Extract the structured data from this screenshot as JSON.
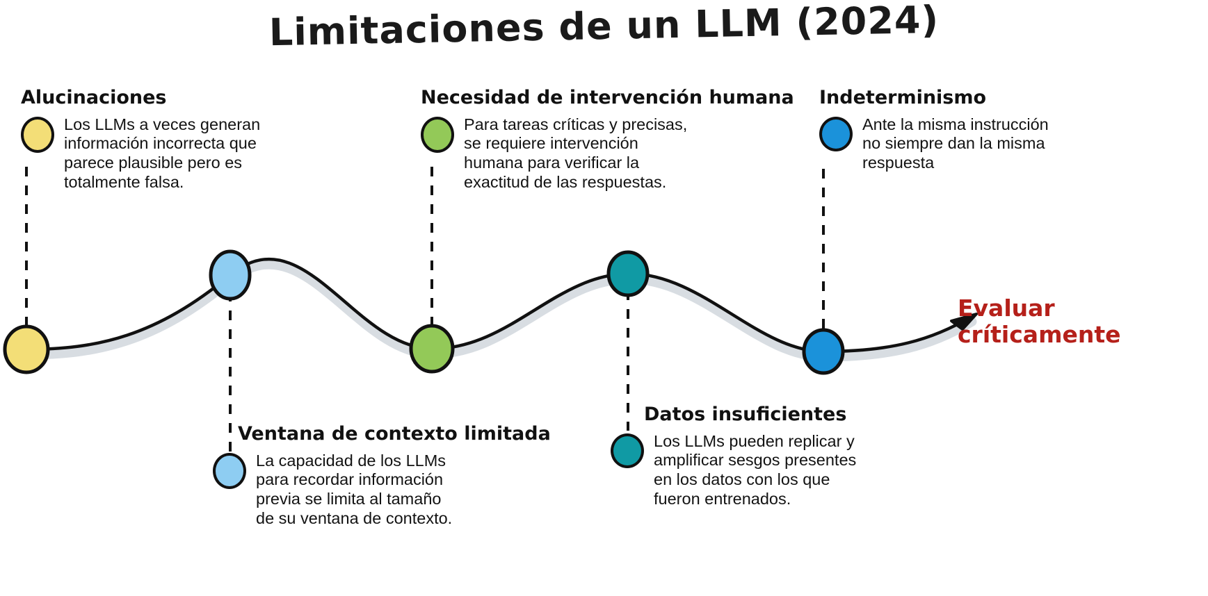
{
  "title": "Limitaciones de un LLM (2024)",
  "colors": {
    "hallucination": "#f3de77",
    "context_window": "#8ecdf2",
    "human_intervention": "#93c958",
    "insufficient_data": "#109aa4",
    "nondeterminism": "#1b92da",
    "curve_stroke": "#111111",
    "curve_shadow": "#d8dde2",
    "end_label": "#b5201a",
    "text": "#111111"
  },
  "items": [
    {
      "id": "alucinaciones",
      "heading": "Alucinaciones",
      "body": "Los LLMs a veces generan\ninformación incorrecta que\nparece plausible pero es\ntotalmente falsa.",
      "color": "#f3de77",
      "position": "above"
    },
    {
      "id": "ventana-de-contexto-limitada",
      "heading": "Ventana de contexto limitada",
      "body": "La capacidad de los LLMs\npara recordar información\nprevia se limita al tamaño\nde su ventana de contexto.",
      "color": "#8ecdf2",
      "position": "below"
    },
    {
      "id": "necesidad-de-intervencion-humana",
      "heading": "Necesidad de intervención humana",
      "body": "Para tareas críticas y precisas,\nse requiere intervención\nhumana para verificar la\nexactitud de las respuestas.",
      "color": "#93c958",
      "position": "above"
    },
    {
      "id": "datos-insuficientes",
      "heading": "Datos insuficientes",
      "body": "Los LLMs pueden replicar y\namplificar sesgos presentes\nen los datos con los que\nfueron entrenados.",
      "color": "#109aa4",
      "position": "below"
    },
    {
      "id": "indeterminismo",
      "heading": "Indeterminismo",
      "body": "Ante la misma instrucción\nno siempre dan la misma\nrespuesta",
      "color": "#1b92da",
      "position": "above"
    }
  ],
  "end_label": "Evaluar\ncríticamente",
  "curve": {
    "description": "wavy line with five markers",
    "marker_labels": [
      "alucinaciones",
      "ventana-de-contexto-limitada",
      "necesidad-de-intervencion-humana",
      "datos-insuficientes",
      "indeterminismo"
    ]
  }
}
